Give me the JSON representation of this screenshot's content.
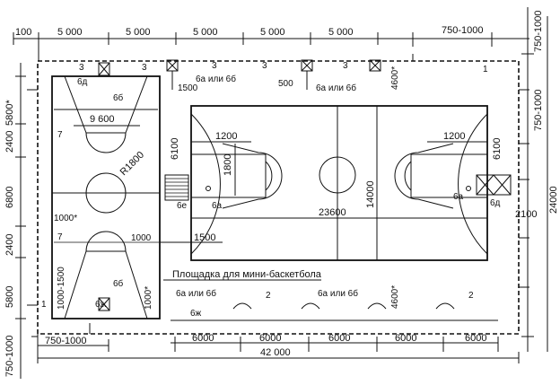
{
  "top_dims": [
    "100",
    "5 000",
    "5 000",
    "5 000",
    "5 000",
    "5 000",
    "750-1000"
  ],
  "right_dims": [
    "750-1000",
    "750-1000",
    "24000",
    "2100"
  ],
  "left_dims": [
    "5800*",
    "2400",
    "6800",
    "2400",
    "5800",
    "750-1000"
  ],
  "bottom_dims": [
    "750-1000",
    "6000",
    "6000",
    "6000",
    "6000",
    "6000",
    "42 000"
  ],
  "mini_court": {
    "caption": "Площадка для мини-баскетбола",
    "width": "9 600",
    "radius": "R1800",
    "dim_1000_star": "1000*",
    "dim_1000": "1000",
    "dim_1000_1500": "1000-1500",
    "dim_1000_star_b": "1000*"
  },
  "main_court": {
    "length": "23600",
    "width": "14000",
    "key_left": "1200",
    "key_right": "1200",
    "free_throw": "1800",
    "side_left": "6100",
    "side_right": "6100",
    "offset": "1500"
  },
  "markers": {
    "m1": "1",
    "m2": "2",
    "m3": "3",
    "m7": "7",
    "m6a": "6а",
    "m6b": "6б",
    "m6d": "6д",
    "m6e": "6е",
    "m6zh": "6ж",
    "m6a_or_6b": "6а или 6б",
    "d500": "500",
    "d1500": "1500",
    "d4600": "4600*"
  }
}
